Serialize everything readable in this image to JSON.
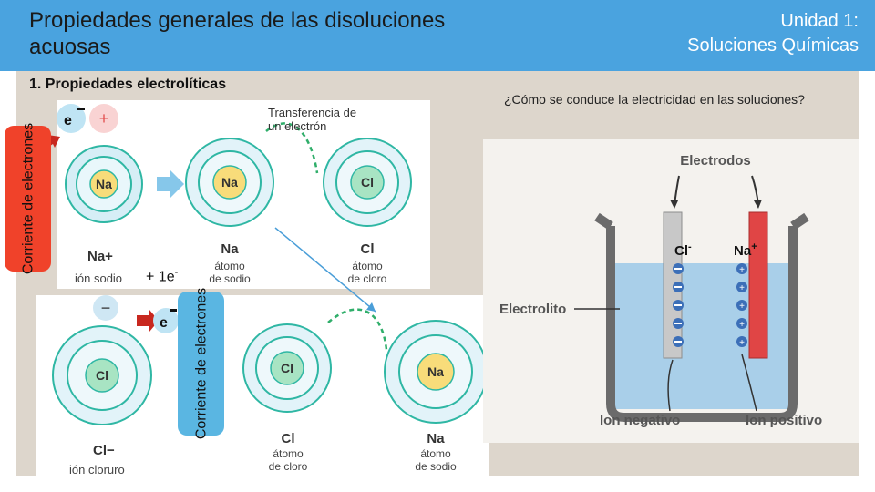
{
  "slide": {
    "title": "Propiedades generales de las disoluciones acuosas",
    "unit_line1": "Unidad 1:",
    "unit_line2": "Soluciones Químicas",
    "section": "1. Propiedades electrolíticas",
    "question": "¿Cómo se conduce la electricidad en las soluciones?"
  },
  "colors": {
    "header": "#4aa3df",
    "background": "#ddd6cc",
    "label_red": "#f0422a",
    "label_blue": "#5ab6e2"
  },
  "diagram_top": {
    "transfer_label": "Transferencia de un electrón",
    "na_symbol": "Na",
    "cl_symbol": "Cl",
    "ion_sodium": "Na+",
    "ion_sodium_caption": "ión sodio",
    "atom_sodium": "Na",
    "atom_sodium_caption": "átomo de sodio",
    "atom_chlorine": "Cl",
    "atom_chlorine_caption": "átomo de cloro",
    "electron_label": "e-",
    "plus_sign": "+",
    "current_label": "Corriente de electrones",
    "gain_label": "+ 1e-"
  },
  "diagram_bottom": {
    "cl_symbol": "Cl",
    "na_symbol": "Na",
    "minus_sign": "−",
    "ion_chloride": "Cl−",
    "ion_chloride_caption": "ión cloruro",
    "atom_chlorine": "Cl",
    "atom_chlorine_caption": "átomo de cloro",
    "atom_sodium": "Na",
    "atom_sodium_caption": "átomo de sodio",
    "electron_label": "e-",
    "current_label": "Corriente de electrones"
  },
  "electrolysis": {
    "electrodes_label": "Electrodos",
    "electrolyte_label": "Electrolito",
    "negative_ion_label": "Ion negativo",
    "positive_ion_label": "Ion positivo",
    "cl_ion": "Cl-",
    "na_ion": "Na+"
  }
}
